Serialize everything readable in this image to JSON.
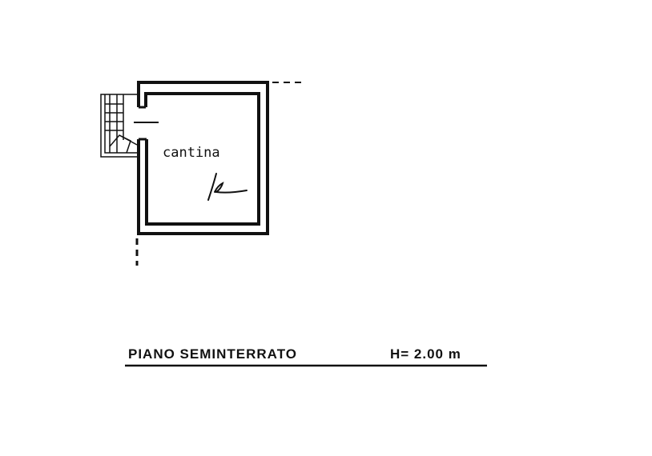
{
  "room": {
    "label": "cantina",
    "signature_mark": "k"
  },
  "caption": {
    "floor_name": "PIANO SEMINTERRATO",
    "height": "H= 2.00 m"
  },
  "colors": {
    "ink": "#111111",
    "background": "#ffffff"
  }
}
